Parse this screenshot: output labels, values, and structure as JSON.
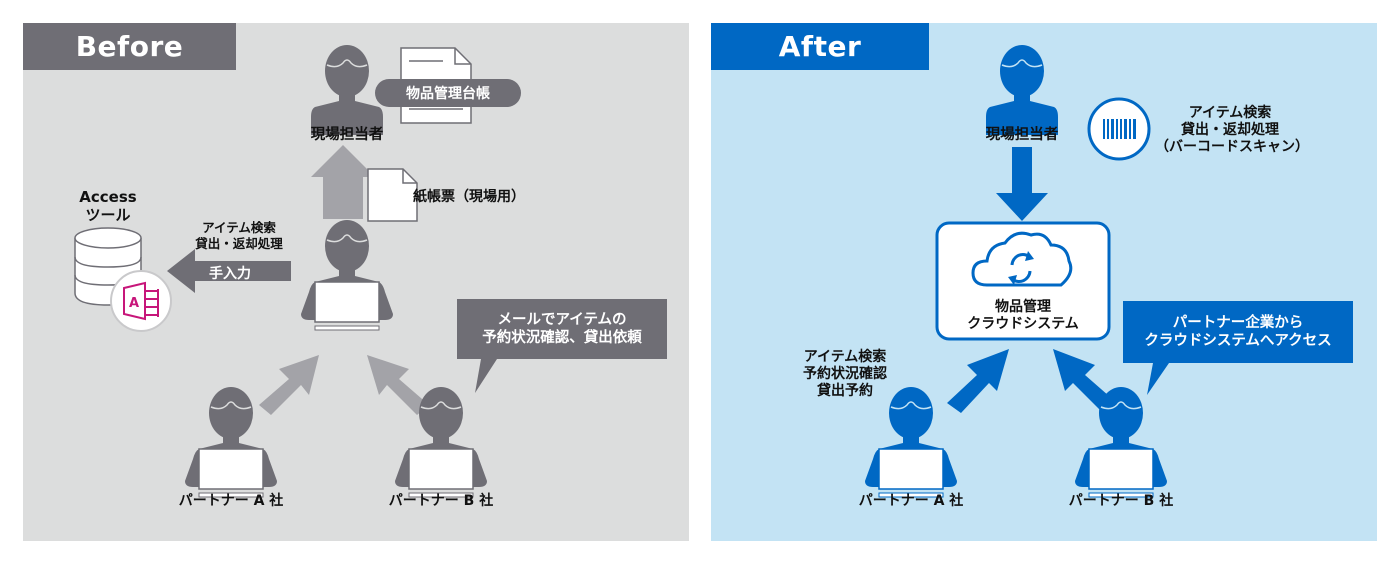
{
  "before": {
    "header": "Before",
    "ledger_label": "物品管理台帳",
    "field_staff_label": "現場担当者",
    "paper_form_label": "紙帳票（現場用）",
    "access_tool_label": [
      "Access",
      "ツール"
    ],
    "manual_ops_label": [
      "アイテム検索",
      "貸出・返却処理"
    ],
    "manual_entry_label": "手入力",
    "email_bubble": [
      "メールでアイテムの",
      "予約状況確認、貸出依頼"
    ],
    "partner_a": "パートナー A 社",
    "partner_b": "パートナー B 社",
    "colors": {
      "panel": "#dcdddd",
      "accent": "#6f6e75",
      "arrow": "#a3a3a8"
    }
  },
  "after": {
    "header": "After",
    "field_staff_label": "現場担当者",
    "barcode_ops_label": [
      "アイテム検索",
      "貸出・返却処理",
      "（バーコードスキャン）"
    ],
    "cloud_system_label": [
      "物品管理",
      "クラウドシステム"
    ],
    "partner_bubble": [
      "パートナー企業から",
      "クラウドシステムへアクセス"
    ],
    "partner_ops_label": [
      "アイテム検索",
      "予約状況確認",
      "貸出予約"
    ],
    "partner_a": "パートナー A 社",
    "partner_b": "パートナー B 社",
    "colors": {
      "panel": "#c3e3f4",
      "accent": "#0068c4"
    }
  }
}
